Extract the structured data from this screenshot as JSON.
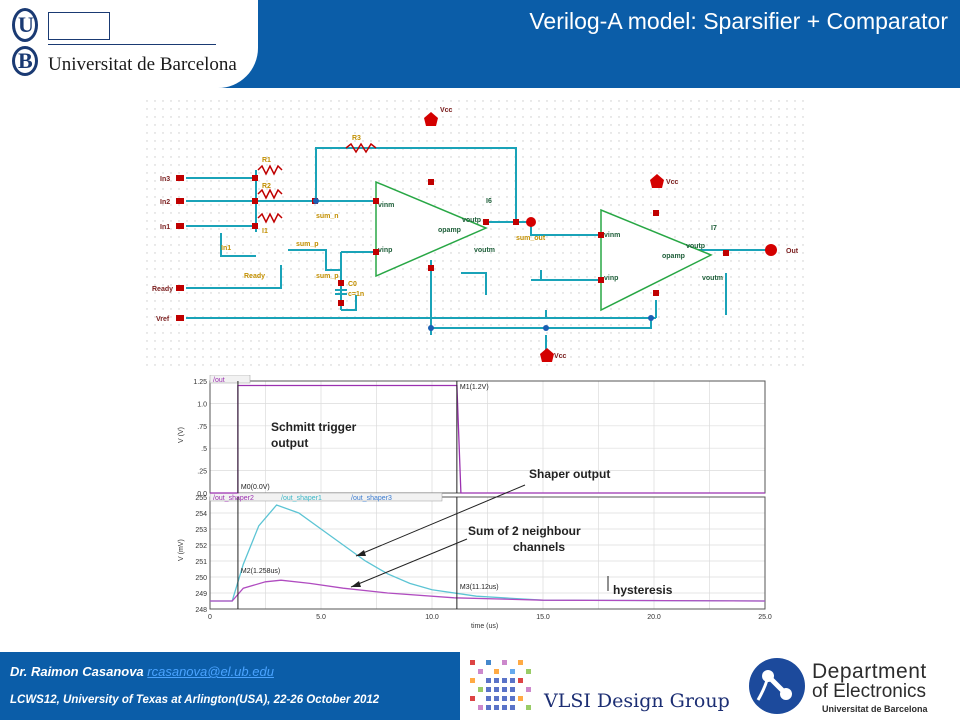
{
  "header": {
    "title": "Verilog-A model: Sparsifier + Comparator",
    "institution": "Universitat de Barcelona",
    "seal_letters": [
      "U",
      "B"
    ]
  },
  "schematic": {
    "inputs": [
      "In3",
      "In2",
      "In1",
      "Ready",
      "Vref"
    ],
    "output": "Out",
    "supply_labels": [
      "Vcc",
      "Vcc",
      "Vcc"
    ],
    "opamp_labels": {
      "opamp1": {
        "name": "I6",
        "ports": [
          "vinm",
          "vinp",
          "voutp",
          "voutm"
        ],
        "type": "opamp"
      },
      "opamp2": {
        "name": "I7",
        "ports": [
          "vinm",
          "vinp",
          "voutp",
          "voutm"
        ],
        "type": "opamp"
      }
    },
    "node_labels": [
      "sum_n",
      "sum_p",
      "sum_out",
      "sum_p",
      "In1",
      "Ready",
      "C0",
      "c=1n",
      "R3",
      "R1",
      "R2",
      "I1"
    ]
  },
  "plot": {
    "chart_data": [
      {
        "type": "line",
        "title": "",
        "legend": [
          "/out"
        ],
        "ylabel": "V (V)",
        "xlabel": "",
        "xlim": [
          0,
          25
        ],
        "ylim": [
          0,
          1.25
        ],
        "yticks": [
          "1.25",
          "1.0",
          ".75",
          ".5",
          ".25",
          "0.0"
        ],
        "series": [
          {
            "name": "/out",
            "points": [
              [
                0,
                0
              ],
              [
                1.258,
                0
              ],
              [
                1.258,
                1.2
              ],
              [
                11.12,
                1.2
              ],
              [
                11.3,
                0
              ],
              [
                25,
                0
              ]
            ]
          }
        ],
        "markers": [
          {
            "label": "M0(0.0V)",
            "x": 1.258,
            "y": 0.0
          },
          {
            "label": "M1(1.2V)",
            "x": 11.12,
            "y": 1.2
          }
        ],
        "annotations": [
          "Schmitt trigger output"
        ]
      },
      {
        "type": "line",
        "title": "",
        "legend": [
          "/out_shaper2",
          "/out_shaper1",
          "/out_shaper3"
        ],
        "ylabel": "V (mV)",
        "xlabel": "time (us)",
        "xlim": [
          0,
          25
        ],
        "ylim": [
          248,
          255
        ],
        "xticks": [
          "0",
          "5.0",
          "10.0",
          "15.0",
          "20.0",
          "25.0"
        ],
        "yticks": [
          "255",
          "254",
          "253",
          "252",
          "251",
          "250",
          "249",
          "248"
        ],
        "series": [
          {
            "name": "/out_shaper1",
            "points": [
              [
                0,
                248.5
              ],
              [
                1.0,
                248.5
              ],
              [
                1.5,
                250.8
              ],
              [
                2.2,
                253.2
              ],
              [
                3.0,
                254.5
              ],
              [
                4.0,
                254.0
              ],
              [
                5.0,
                253.0
              ],
              [
                6.0,
                252.0
              ],
              [
                7.0,
                251.0
              ],
              [
                8.0,
                250.2
              ],
              [
                9.0,
                249.6
              ],
              [
                10.0,
                249.2
              ],
              [
                12.0,
                248.8
              ],
              [
                15.0,
                248.55
              ],
              [
                25.0,
                248.5
              ]
            ]
          },
          {
            "name": "/out_shaper2",
            "points": [
              [
                0,
                248.5
              ],
              [
                1.0,
                248.5
              ],
              [
                1.5,
                249.3
              ],
              [
                2.5,
                249.7
              ],
              [
                3.2,
                249.8
              ],
              [
                4.5,
                249.6
              ],
              [
                6.0,
                249.3
              ],
              [
                8.0,
                249.0
              ],
              [
                11.0,
                248.7
              ],
              [
                15.0,
                248.55
              ],
              [
                25.0,
                248.5
              ]
            ]
          }
        ],
        "markers": [
          {
            "label": "M2(1.258us)",
            "x": 1.258,
            "y": 250.0
          },
          {
            "label": "M3(11.12us)",
            "x": 11.12,
            "y": 249.0
          }
        ],
        "annotations": [
          "Shaper output",
          "Sum of 2 neighbour channels",
          "hysteresis"
        ]
      }
    ]
  },
  "footer": {
    "author": "Dr. Raimon Casanova",
    "email": "rcasanova@el.ub.edu",
    "conference": "LCWS12, University of Texas at Arlington(USA), 22-26 October 2012"
  },
  "logos": {
    "vlsi": "VLSI Design Group",
    "department_line1": "Department",
    "department_line2": "of Electronics",
    "department_line3": "Universitat de Barcelona"
  }
}
